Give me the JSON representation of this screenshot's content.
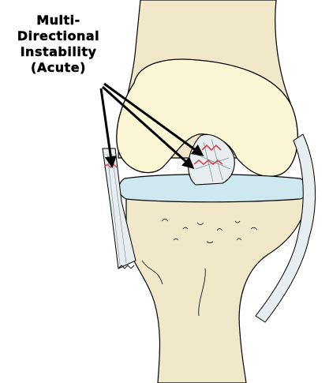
{
  "caption": {
    "lines": [
      "Multi-",
      "Directional",
      "Instability",
      "(Acute)"
    ]
  },
  "colors": {
    "bone": "#f1e7c9",
    "bone_top": "#f7f0c7",
    "femur_condyle": "#fbf7d4",
    "meniscus": "#cde8ee",
    "ligament": "#e8eef0",
    "tear_mark": "#d9434f",
    "outline": "#000000",
    "arrow": "#000000"
  },
  "icons": [
    "arrow-to-ligament"
  ]
}
